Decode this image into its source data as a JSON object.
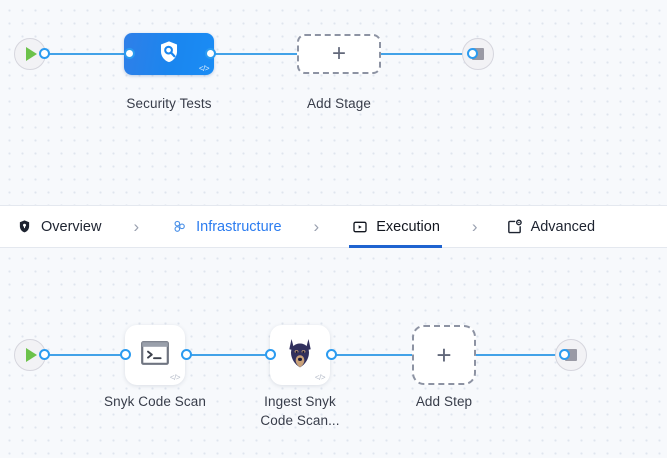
{
  "colors": {
    "canvas_bg": "#f7f9fc",
    "grid_dot": "#dfe5ee",
    "edge_blue": "#42a2e8",
    "port_blue": "#2b9bf0",
    "stage_blue": "#1a86ef",
    "active_tab_underline": "#1e63d0",
    "link_blue": "#2b7cf0",
    "play_green": "#6cc24a",
    "stop_gray": "#9a9aa5",
    "dashed_border": "#8d93a3",
    "snyk_navy": "#31305e",
    "snyk_tan": "#c9a179"
  },
  "stages_canvas": {
    "name": "pipeline-stages-canvas",
    "start_node": {
      "icon": "play-icon",
      "label": ""
    },
    "end_node": {
      "icon": "stop-icon",
      "label": ""
    },
    "nodes": [
      {
        "id": "security-tests-stage",
        "type": "stage",
        "icon": "security-shield-search-icon",
        "caption": "Security Tests",
        "code_badge": "</>"
      },
      {
        "id": "add-stage",
        "type": "add",
        "icon": "plus-icon",
        "caption": "Add Stage",
        "plus": "+"
      }
    ]
  },
  "tabbar": {
    "name": "pipeline-section-tabs",
    "separator": "›",
    "tabs": [
      {
        "id": "overview",
        "label": "Overview",
        "icon": "shield-icon",
        "state": "normal"
      },
      {
        "id": "infrastructure",
        "label": "Infrastructure",
        "icon": "infrastructure-icon",
        "state": "link"
      },
      {
        "id": "execution",
        "label": "Execution",
        "icon": "execution-play-icon",
        "state": "active"
      },
      {
        "id": "advanced",
        "label": "Advanced",
        "icon": "advanced-gear-icon",
        "state": "normal"
      }
    ]
  },
  "steps_canvas": {
    "name": "pipeline-steps-canvas",
    "start_node": {
      "icon": "play-icon",
      "label": ""
    },
    "end_node": {
      "icon": "stop-icon",
      "label": ""
    },
    "nodes": [
      {
        "id": "snyk-code-scan-step",
        "type": "step",
        "icon": "terminal-icon",
        "caption": "Snyk Code Scan",
        "code_badge": "</>"
      },
      {
        "id": "ingest-snyk-code-scan-step",
        "type": "step",
        "icon": "snyk-doberman-icon",
        "caption_line1": "Ingest Snyk",
        "caption_line2": "Code Scan...",
        "code_badge": "</>"
      },
      {
        "id": "add-step",
        "type": "add",
        "icon": "plus-icon",
        "caption": "Add Step",
        "plus": "+"
      }
    ]
  }
}
